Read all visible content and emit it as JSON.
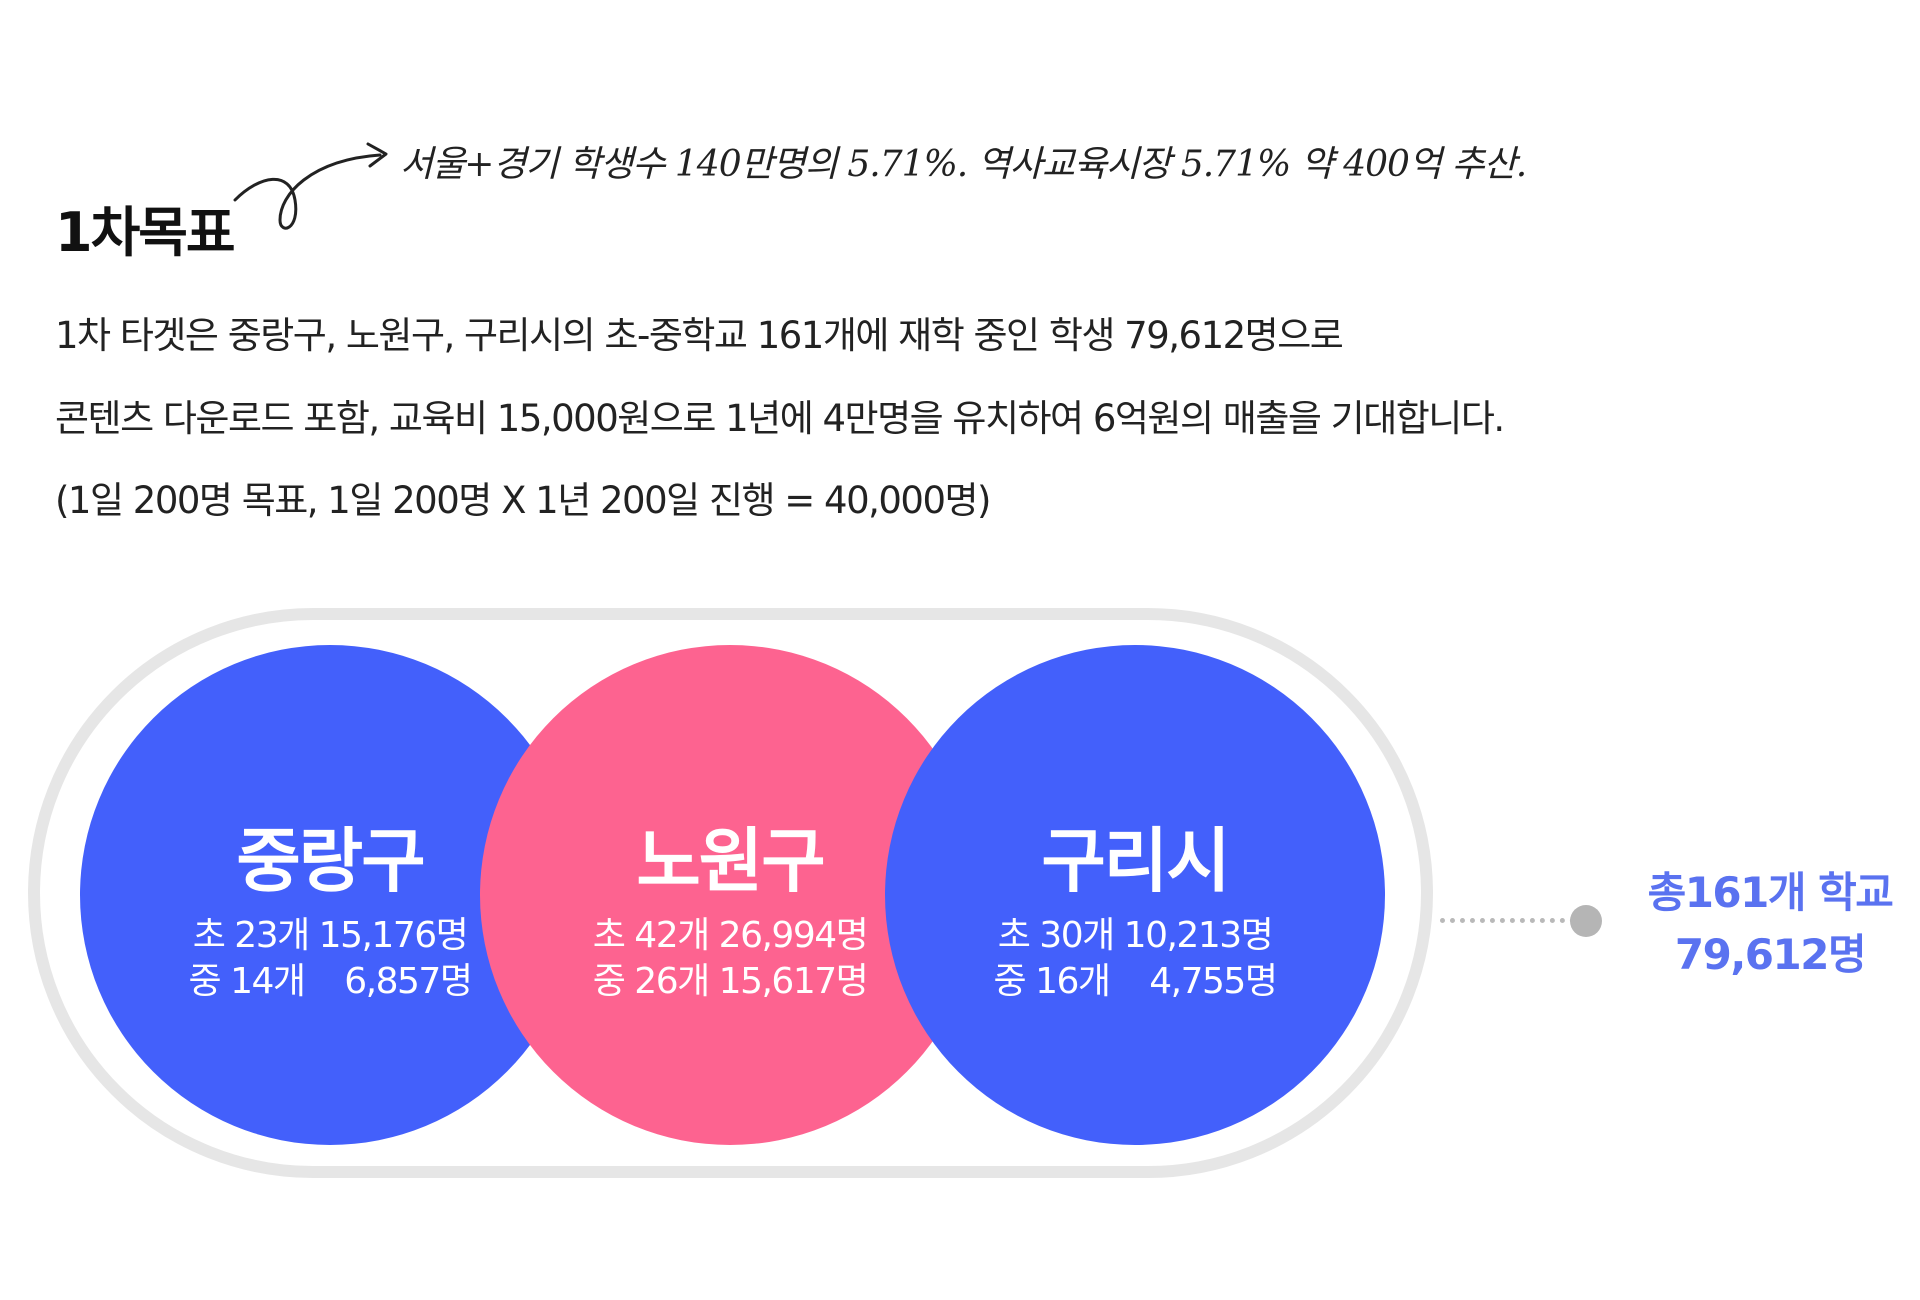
{
  "heading": {
    "title": "1차목표",
    "note": "서울+경기 학생수 140만명의 5.71%. 역사교육시장 5.71% 약 400억 추산."
  },
  "paragraph": {
    "line1": "1차 타겟은 중랑구, 노원구, 구리시의 초-중학교 161개에 재학 중인 학생 79,612명으로",
    "line2": "콘텐츠 다운로드 포함, 교육비 15,000원으로 1년에 4만명을 유치하여 6억원의 매출을 기대합니다.",
    "line3": "(1일 200명 목표,  1일 200명 X 1년 200일 진행 = 40,000명)"
  },
  "districts": [
    {
      "name": "중랑구",
      "elementary": "초 23개 15,176명",
      "middle": "중 14개    6,857명",
      "color": "#4360fb"
    },
    {
      "name": "노원구",
      "elementary": "초 42개 26,994명",
      "middle": "중 26개 15,617명",
      "color": "#fd6390"
    },
    {
      "name": "구리시",
      "elementary": "초 30개 10,213명",
      "middle": "중 16개    4,755명",
      "color": "#4360fb"
    }
  ],
  "total": {
    "schools": "총161개 학교",
    "students": "79,612명",
    "color": "#5a72f0"
  }
}
